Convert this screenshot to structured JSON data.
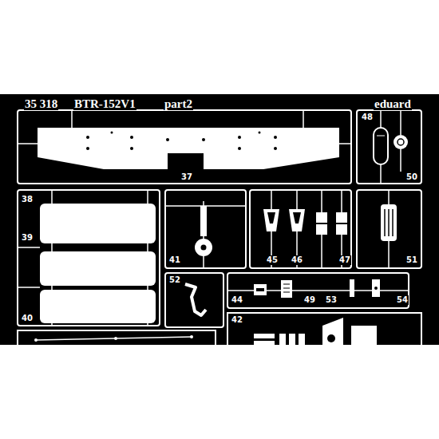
{
  "diagram": {
    "labels": [
      "35 318",
      "BTR-152V1",
      "part2",
      "eduard",
      "48",
      "50",
      "37",
      "38",
      "39",
      "40",
      "41",
      "45",
      "46",
      "47",
      "51",
      "52",
      "44",
      "49",
      "53",
      "54",
      "42"
    ]
  }
}
